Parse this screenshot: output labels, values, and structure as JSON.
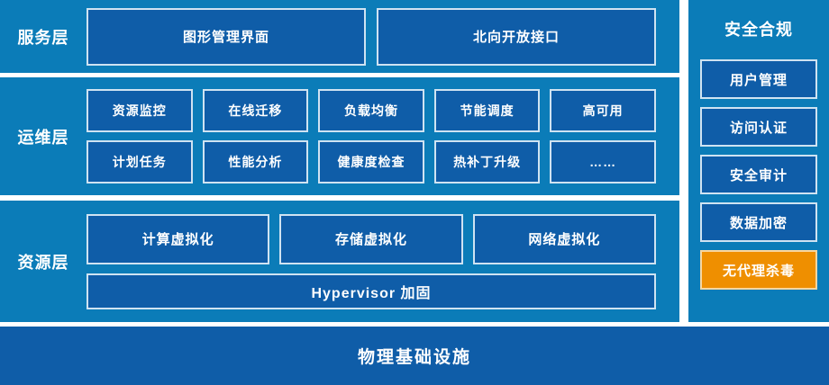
{
  "theme": {
    "band_blue": "#0b7cb8",
    "box_blue": "#0f5da8",
    "box_border": "#cfe3f2",
    "accent_orange": "#ef8f00",
    "text_white": "#ffffff",
    "page_background": "#ffffff"
  },
  "layers": {
    "service": {
      "label": "服务层",
      "boxes": [
        {
          "label": "图形管理界面",
          "highlight": false
        },
        {
          "label": "北向开放接口",
          "highlight": false
        }
      ]
    },
    "operations": {
      "label": "运维层",
      "rows": [
        [
          {
            "label": "资源监控",
            "highlight": false
          },
          {
            "label": "在线迁移",
            "highlight": false
          },
          {
            "label": "负载均衡",
            "highlight": false
          },
          {
            "label": "节能调度",
            "highlight": false
          },
          {
            "label": "高可用",
            "highlight": false
          }
        ],
        [
          {
            "label": "计划任务",
            "highlight": false
          },
          {
            "label": "性能分析",
            "highlight": false
          },
          {
            "label": "健康度检查",
            "highlight": false
          },
          {
            "label": "热补丁升级",
            "highlight": false
          },
          {
            "label": "……",
            "highlight": false
          }
        ]
      ]
    },
    "resource": {
      "label": "资源层",
      "boxes": [
        {
          "label": "计算虚拟化",
          "highlight": false
        },
        {
          "label": "存储虚拟化",
          "highlight": false
        },
        {
          "label": "网络虚拟化",
          "highlight": false
        }
      ],
      "foundation": {
        "label": "Hypervisor 加固",
        "highlight": false
      }
    }
  },
  "security": {
    "title": "安全合规",
    "items": [
      {
        "label": "用户管理",
        "highlight": false
      },
      {
        "label": "访问认证",
        "highlight": false
      },
      {
        "label": "安全审计",
        "highlight": false
      },
      {
        "label": "数据加密",
        "highlight": false
      },
      {
        "label": "无代理杀毒",
        "highlight": true
      }
    ]
  },
  "infrastructure": {
    "label": "物理基础设施"
  }
}
